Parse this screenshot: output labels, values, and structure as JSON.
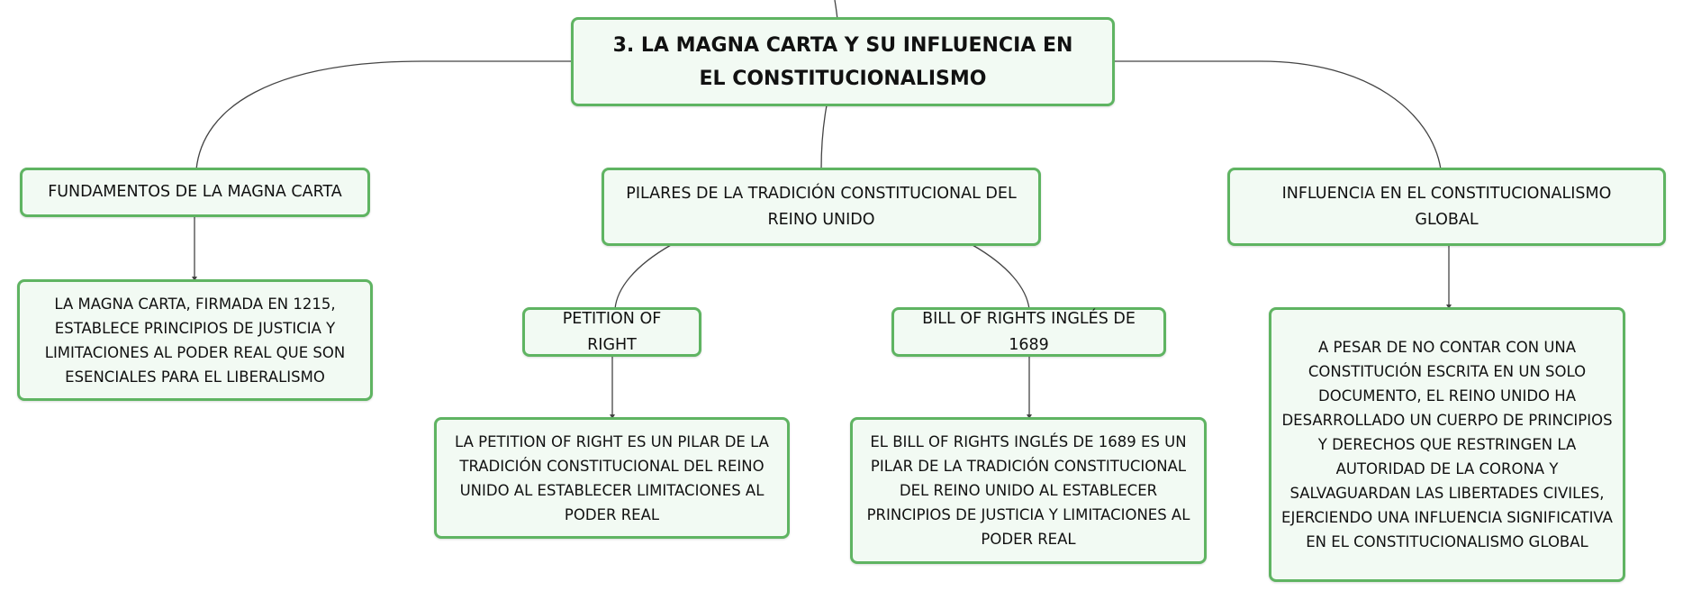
{
  "root": {
    "title": "3. LA MAGNA CARTA Y SU INFLUENCIA EN EL CONSTITUCIONALISMO"
  },
  "branches": {
    "fundamentos": {
      "label": "FUNDAMENTOS DE LA MAGNA CARTA",
      "detail": "LA MAGNA CARTA, FIRMADA EN 1215, ESTABLECE PRINCIPIOS DE JUSTICIA Y LIMITACIONES AL PODER REAL QUE SON ESENCIALES PARA EL LIBERALISMO"
    },
    "pilares": {
      "label": "PILARES DE LA TRADICIÓN CONSTITUCIONAL DEL REINO UNIDO",
      "petition": {
        "label": "PETITION OF RIGHT",
        "detail": "LA PETITION OF RIGHT ES UN PILAR DE LA TRADICIÓN CONSTITUCIONAL DEL REINO UNIDO AL ESTABLECER LIMITACIONES AL PODER REAL"
      },
      "bill": {
        "label": "BILL OF RIGHTS INGLÉS DE 1689",
        "detail": "EL BILL OF RIGHTS INGLÉS DE 1689 ES UN PILAR DE LA TRADICIÓN CONSTITUCIONAL DEL REINO UNIDO AL ESTABLECER PRINCIPIOS DE JUSTICIA Y LIMITACIONES AL PODER REAL"
      }
    },
    "influencia": {
      "label": "INFLUENCIA EN EL CONSTITUCIONALISMO GLOBAL",
      "detail": "A PESAR DE NO CONTAR CON UNA CONSTITUCIÓN ESCRITA EN UN SOLO DOCUMENTO, EL REINO UNIDO HA DESARROLLADO UN CUERPO DE PRINCIPIOS Y DERECHOS QUE RESTRINGEN LA AUTORIDAD DE LA CORONA Y SALVAGUARDAN LAS LIBERTADES CIVILES, EJERCIENDO UNA INFLUENCIA SIGNIFICATIVA EN EL CONSTITUCIONALISMO GLOBAL"
    }
  },
  "colors": {
    "node_border": "#5fb462",
    "node_fill": "#f2faf3",
    "connector": "#444444"
  }
}
